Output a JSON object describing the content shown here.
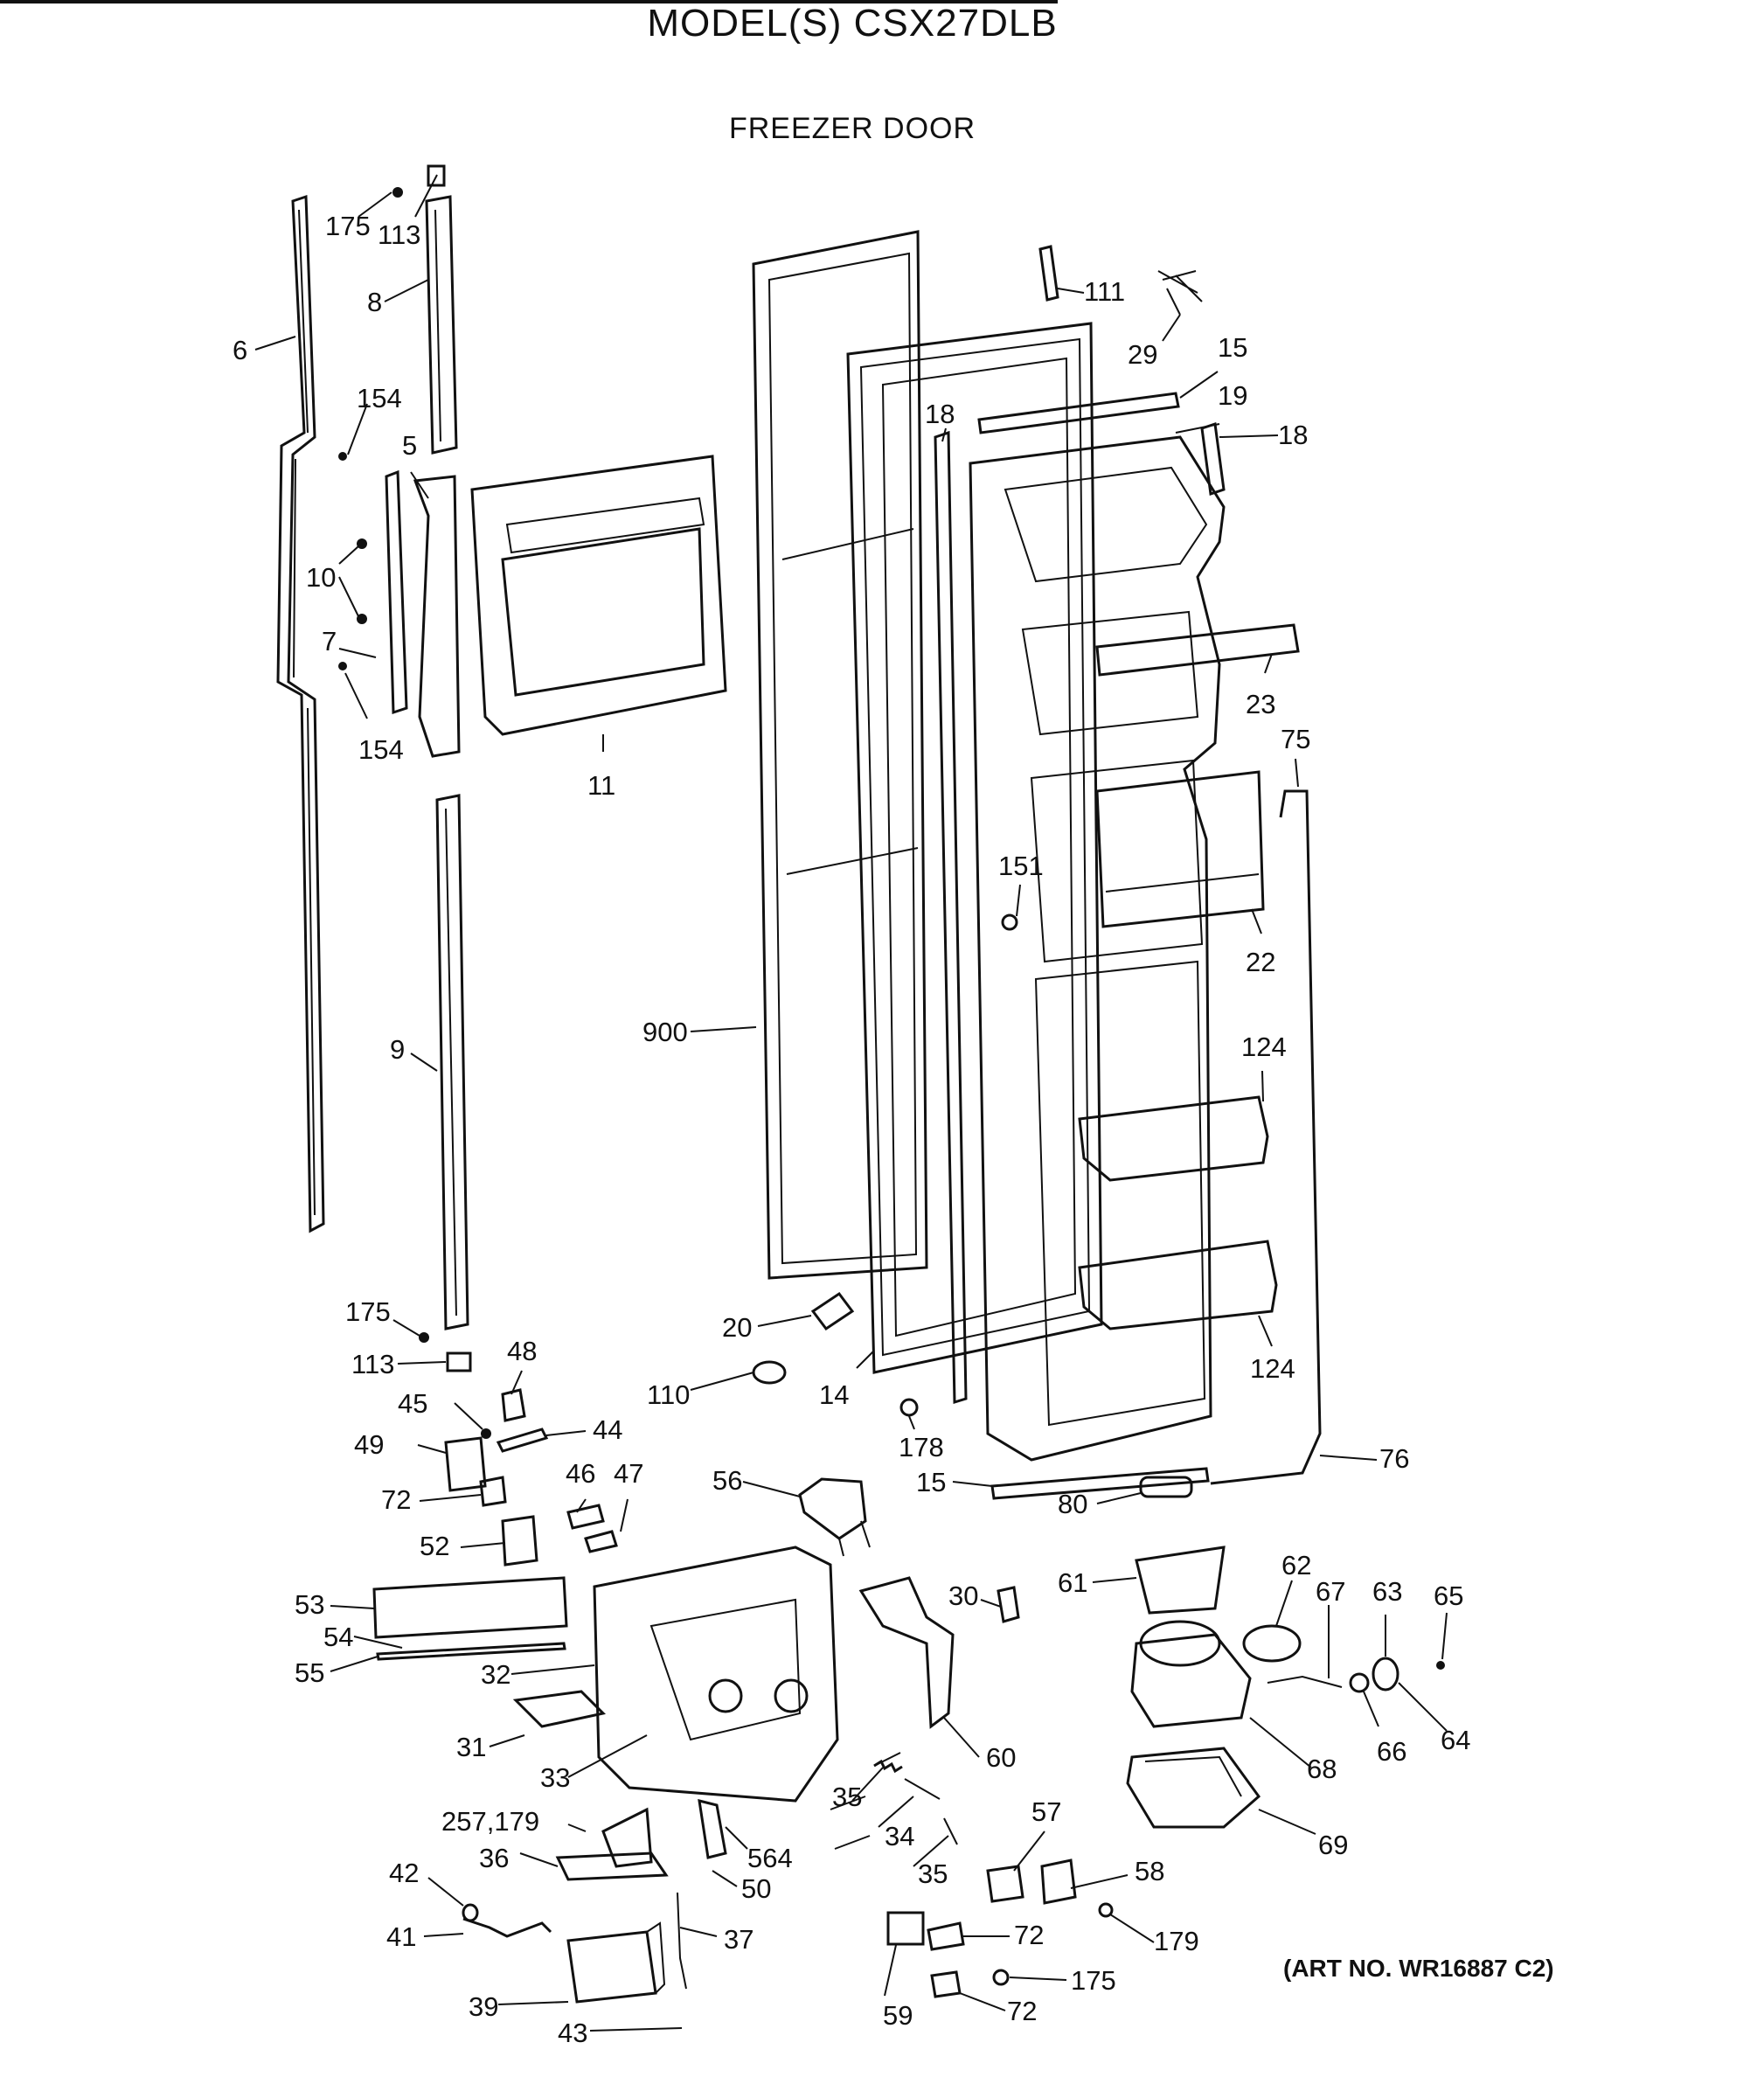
{
  "header": {
    "model_title": "MODEL(S)  CSX27DLB",
    "section_title": "FREEZER DOOR"
  },
  "footer": {
    "art_no": "(ART NO. WR16887 C2)"
  },
  "callouts": [
    {
      "id": "c175a",
      "text": "175"
    },
    {
      "id": "c113a",
      "text": "113"
    },
    {
      "id": "c8",
      "text": "8"
    },
    {
      "id": "c6",
      "text": "6"
    },
    {
      "id": "c154a",
      "text": "154"
    },
    {
      "id": "c5",
      "text": "5"
    },
    {
      "id": "c10",
      "text": "10"
    },
    {
      "id": "c7",
      "text": "7"
    },
    {
      "id": "c154b",
      "text": "154"
    },
    {
      "id": "c11",
      "text": "11"
    },
    {
      "id": "c9",
      "text": "9"
    },
    {
      "id": "c175b",
      "text": "175"
    },
    {
      "id": "c113b",
      "text": "113"
    },
    {
      "id": "c900",
      "text": "900"
    },
    {
      "id": "c111",
      "text": "111"
    },
    {
      "id": "c29",
      "text": "29"
    },
    {
      "id": "c15a",
      "text": "15"
    },
    {
      "id": "c19",
      "text": "19"
    },
    {
      "id": "c18a",
      "text": "18"
    },
    {
      "id": "c18b",
      "text": "18"
    },
    {
      "id": "c23",
      "text": "23"
    },
    {
      "id": "c75",
      "text": "75"
    },
    {
      "id": "c151",
      "text": "151"
    },
    {
      "id": "c22",
      "text": "22"
    },
    {
      "id": "c124a",
      "text": "124"
    },
    {
      "id": "c124b",
      "text": "124"
    },
    {
      "id": "c20",
      "text": "20"
    },
    {
      "id": "c14",
      "text": "14"
    },
    {
      "id": "c110",
      "text": "110"
    },
    {
      "id": "c178",
      "text": "178"
    },
    {
      "id": "c15b",
      "text": "15"
    },
    {
      "id": "c80",
      "text": "80"
    },
    {
      "id": "c76",
      "text": "76"
    },
    {
      "id": "c48",
      "text": "48"
    },
    {
      "id": "c45",
      "text": "45"
    },
    {
      "id": "c44",
      "text": "44"
    },
    {
      "id": "c49",
      "text": "49"
    },
    {
      "id": "c46",
      "text": "46"
    },
    {
      "id": "c47",
      "text": "47"
    },
    {
      "id": "c72a",
      "text": "72"
    },
    {
      "id": "c52",
      "text": "52"
    },
    {
      "id": "c56",
      "text": "56"
    },
    {
      "id": "c53",
      "text": "53"
    },
    {
      "id": "c54",
      "text": "54"
    },
    {
      "id": "c55",
      "text": "55"
    },
    {
      "id": "c32",
      "text": "32"
    },
    {
      "id": "c31",
      "text": "31"
    },
    {
      "id": "c33",
      "text": "33"
    },
    {
      "id": "c30",
      "text": "30"
    },
    {
      "id": "c60",
      "text": "60"
    },
    {
      "id": "c61",
      "text": "61"
    },
    {
      "id": "c62",
      "text": "62"
    },
    {
      "id": "c67",
      "text": "67"
    },
    {
      "id": "c63",
      "text": "63"
    },
    {
      "id": "c65",
      "text": "65"
    },
    {
      "id": "c68",
      "text": "68"
    },
    {
      "id": "c66",
      "text": "66"
    },
    {
      "id": "c64",
      "text": "64"
    },
    {
      "id": "c69",
      "text": "69"
    },
    {
      "id": "c35a",
      "text": "35"
    },
    {
      "id": "c34",
      "text": "34"
    },
    {
      "id": "c35b",
      "text": "35"
    },
    {
      "id": "c257",
      "text": "257,179"
    },
    {
      "id": "c564",
      "text": "564"
    },
    {
      "id": "c36",
      "text": "36"
    },
    {
      "id": "c50",
      "text": "50"
    },
    {
      "id": "c42",
      "text": "42"
    },
    {
      "id": "c41",
      "text": "41"
    },
    {
      "id": "c37",
      "text": "37"
    },
    {
      "id": "c39",
      "text": "39"
    },
    {
      "id": "c43",
      "text": "43"
    },
    {
      "id": "c57",
      "text": "57"
    },
    {
      "id": "c58",
      "text": "58"
    },
    {
      "id": "c179",
      "text": "179"
    },
    {
      "id": "c72b",
      "text": "72"
    },
    {
      "id": "c175c",
      "text": "175"
    },
    {
      "id": "c59",
      "text": "59"
    },
    {
      "id": "c72c",
      "text": "72"
    }
  ]
}
